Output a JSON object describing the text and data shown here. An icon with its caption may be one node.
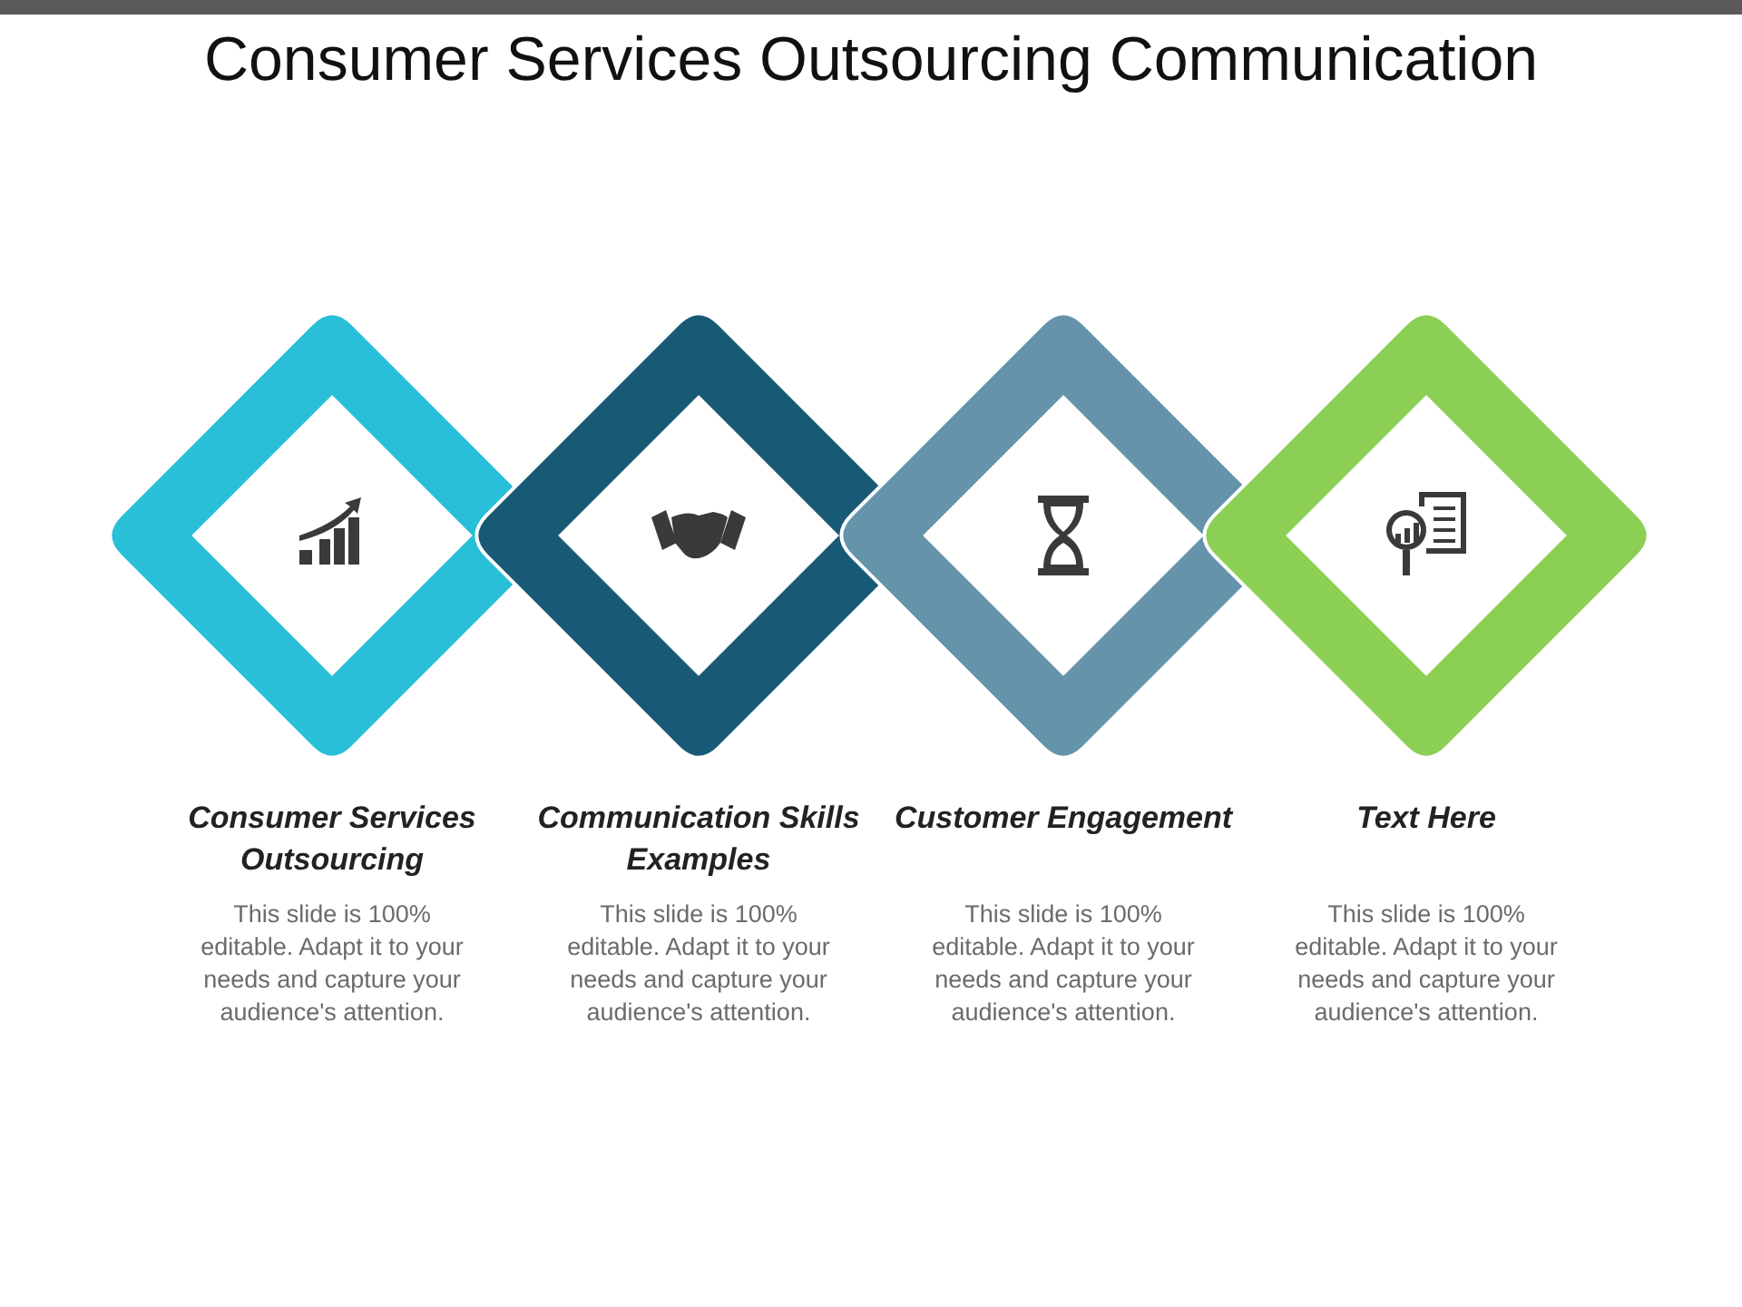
{
  "diagram": {
    "title": "Consumer Services Outsourcing Communication",
    "nodes": [
      {
        "text": [
          "Consumer Services Outsourcing",
          "This slide is 100% editable. Adapt it to your needs and capture your audience's attention."
        ]
      },
      {
        "text": [
          "Communication Skills Examples",
          "This slide is 100% editable. Adapt it to your needs and capture your audience's attention."
        ]
      },
      {
        "text": [
          "Customer Engagement",
          "This slide is 100% editable. Adapt it to your needs and capture your audience's attention."
        ]
      },
      {
        "text": [
          "Text Here",
          "This slide is 100% editable. Adapt it to your needs and capture your audience's attention."
        ]
      }
    ]
  }
}
